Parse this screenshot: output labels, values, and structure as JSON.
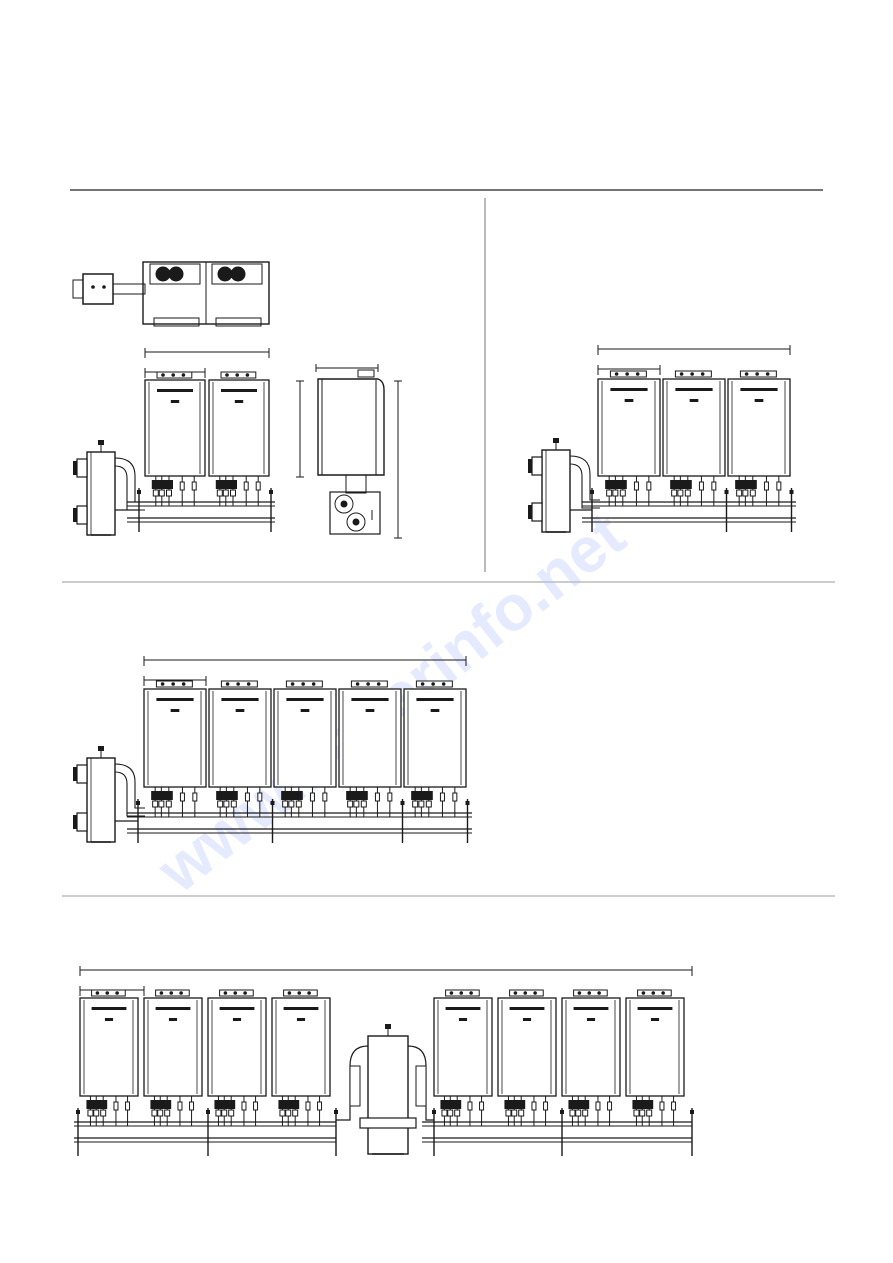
{
  "watermark": "www.boilerinfo.net",
  "colors": {
    "ink": "#1a1a1a",
    "rule": "#8a8a8a",
    "watermark": "#b8c4ff"
  },
  "sections": [
    {
      "id": "cascade-2-boilers",
      "boilers": 2
    },
    {
      "id": "cascade-3-boilers",
      "boilers": 3
    },
    {
      "id": "cascade-5-boilers",
      "boilers": 5
    },
    {
      "id": "cascade-8-boilers",
      "boilers": 8
    }
  ]
}
